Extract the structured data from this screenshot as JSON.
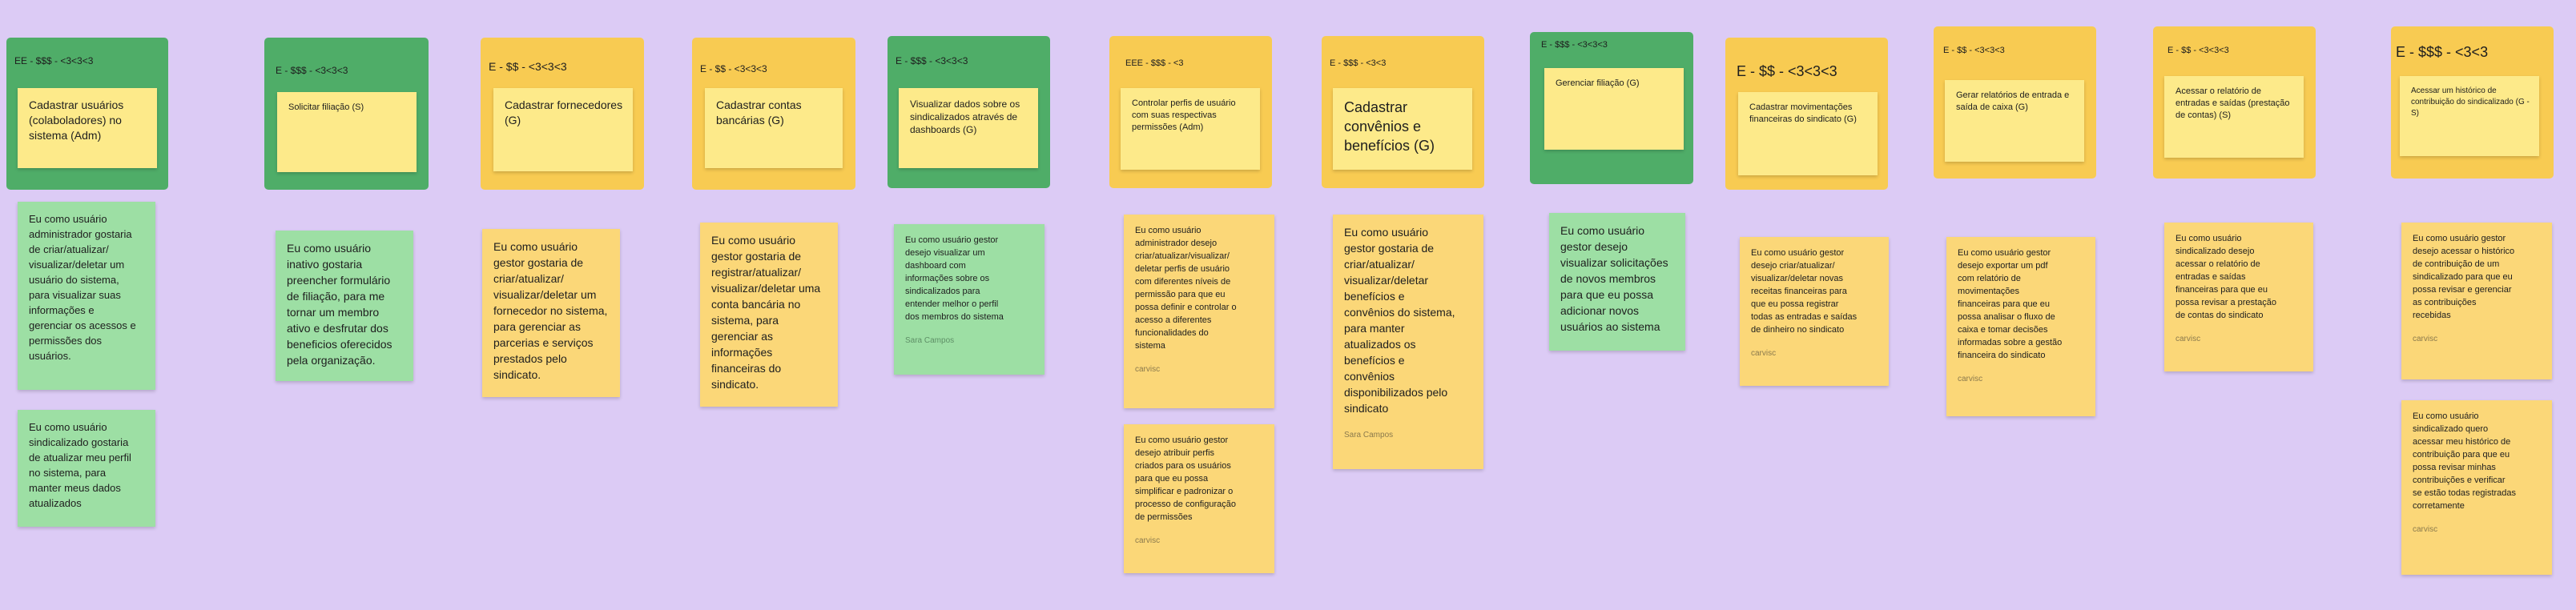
{
  "columns": [
    {
      "id": "c1",
      "color": "green",
      "label": "EE - $$$ - <3<3<3",
      "header": "Cadastrar usuários\n(colaboladores) no\nsistema (Adm)",
      "stories": [
        {
          "color": "green",
          "text": "Eu como usuário\nadministrador gostaria\nde criar/atualizar/\nvisualizar/deletar um\nusuário do sistema,\npara visualizar suas\ninformações e\ngerenciar os acessos e\npermissões dos\nusuários.",
          "author": ""
        },
        {
          "color": "green",
          "text": "Eu como usuário\nsindicalizado gostaria\nde atualizar meu perfil\nno sistema, para\nmanter meus dados\natualizados",
          "author": ""
        }
      ]
    },
    {
      "id": "c2",
      "color": "green",
      "label": "E - $$$ - <3<3<3",
      "header": "Solicitar filiação (S)",
      "stories": [
        {
          "color": "green",
          "text": "Eu como usuário\ninativo gostaria\npreencher formulário\nde filiação, para me\ntornar um membro\nativo e desfrutar dos\nbeneficios oferecidos\npela organização.",
          "author": ""
        }
      ]
    },
    {
      "id": "c3",
      "color": "yellow",
      "label": "E - $$ - <3<3<3",
      "header": "Cadastrar fornecedores\n(G)",
      "stories": [
        {
          "color": "yellow",
          "text": "Eu como usuário\ngestor gostaria de\ncriar/atualizar/\nvisualizar/deletar um\nfornecedor no sistema,\npara gerenciar  as\nparcerias e serviços\nprestados pelo\nsindicato.",
          "author": ""
        }
      ]
    },
    {
      "id": "c4",
      "color": "yellow",
      "label": "E - $$ - <3<3<3",
      "header": "Cadastrar contas\nbancárias (G)",
      "stories": [
        {
          "color": "yellow",
          "text": "Eu como usuário\ngestor gostaria de\nregistrar/atualizar/\nvisualizar/deletar uma\nconta bancária no\nsistema, para\ngerenciar  as\ninformações\nfinanceiras do\nsindicato.",
          "author": ""
        }
      ]
    },
    {
      "id": "c5",
      "color": "green",
      "label": "E - $$$ - <3<3<3",
      "header": "Visualizar dados sobre os\nsindicalizados através de\ndashboards (G)",
      "stories": [
        {
          "color": "green",
          "text": "Eu como usuário gestor\ndesejo visualizar um\ndashboard com\ninformações sobre os\nsindicalizados para\nentender melhor o perfil\ndos membros do sistema",
          "author": "Sara Campos"
        }
      ]
    },
    {
      "id": "c6",
      "color": "yellow",
      "label": "EEE - $$$ - <3",
      "header": "Controlar perfis de usuário\ncom suas respectivas\npermissões (Adm)",
      "stories": [
        {
          "color": "yellow",
          "text": "Eu como usuário\nadministrador desejo\ncriar/atualizar/visualizar/\ndeletar perfis de usuário\ncom diferentes níveis de\npermissão para que eu\npossa definir e controlar o\nacesso a diferentes\nfuncionalidades do\nsistema",
          "author": "carvisc"
        },
        {
          "color": "yellow",
          "text": "Eu  como usuário gestor\ndesejo atribuir perfis\ncriados para os usuários\npara que eu possa\nsimplificar e padronizar o\nprocesso de configuração\nde permissões",
          "author": "carvisc"
        }
      ]
    },
    {
      "id": "c7",
      "color": "yellow",
      "label": "E - $$$ - <3<3",
      "header": "Cadastrar\nconvênios e\nbenefícios (G)",
      "stories": [
        {
          "color": "yellow",
          "text": "Eu como usuário\ngestor gostaria de\ncriar/atualizar/\nvisualizar/deletar\nbenefícios e\nconvênios do sistema,\npara manter\natualizados os\nbenefícios e\nconvênios\ndisponibilizados pelo\nsindicato",
          "author": "Sara Campos"
        }
      ]
    },
    {
      "id": "c8",
      "color": "green",
      "label": "E - $$$ - <3<3<3",
      "header": "Gerenciar filiação (G)",
      "stories": [
        {
          "color": "green",
          "text": "Eu como usuário\ngestor desejo\nvisualizar solicitações\nde novos membros\npara que eu possa\nadicionar novos\nusuários ao sistema",
          "author": ""
        }
      ]
    },
    {
      "id": "c9",
      "color": "yellow",
      "label": "E - $$ - <3<3<3",
      "header": "Cadastrar movimentações\nfinanceiras do sindicato (G)",
      "stories": [
        {
          "color": "yellow",
          "text": "Eu como usuário gestor\ndesejo criar/atualizar/\nvisualizar/deletar  novas\nreceitas financeiras para\nque eu possa registrar\ntodas as entradas e saídas\nde dinheiro no sindicato",
          "author": "carvisc"
        }
      ]
    },
    {
      "id": "c10",
      "color": "yellow",
      "label": "E - $$ - <3<3<3",
      "header": "Gerar relatórios de entrada e\nsaída de caixa (G)",
      "stories": [
        {
          "color": "yellow",
          "text": "Eu como usuário gestor\ndesejo exportar um pdf\ncom relatório de\nmovimentações\nfinanceiras para que eu\npossa analisar o fluxo de\ncaixa e tomar decisões\ninformadas sobre a gestão\nfinanceira do sindicato",
          "author": "carvisc"
        }
      ]
    },
    {
      "id": "c11",
      "color": "yellow",
      "label": "E - $$ - <3<3<3",
      "header": "Acessar o relatório de\nentradas e saídas (prestação\nde contas) (S)",
      "stories": [
        {
          "color": "yellow",
          "text": "Eu como usuário\nsindicalizado desejo\nacessar o relatório de\nentradas e saídas\nfinanceiras para que eu\npossa revisar a prestação\nde contas do sindicato",
          "author": "carvisc"
        }
      ]
    },
    {
      "id": "c12",
      "color": "yellow",
      "label": "E - $$$ - <3<3",
      "header": "Acessar um histórico de\ncontribuição do sindicalizado (G -\nS)",
      "stories": [
        {
          "color": "yellow",
          "text": "Eu como usuário gestor\ndesejo acessar o histórico\nde contribuição de um\nsindicalizado para que eu\npossa revisar e gerenciar\nas contribuições\nrecebidas",
          "author": "carvisc"
        },
        {
          "color": "yellow",
          "text": "Eu como usuário\nsindicalizado quero\nacessar meu histórico de\ncontribuição para que eu\npossa revisar minhas\ncontribuições e verificar\nse estão todas registradas\ncorretamente",
          "author": "carvisc"
        }
      ]
    }
  ]
}
